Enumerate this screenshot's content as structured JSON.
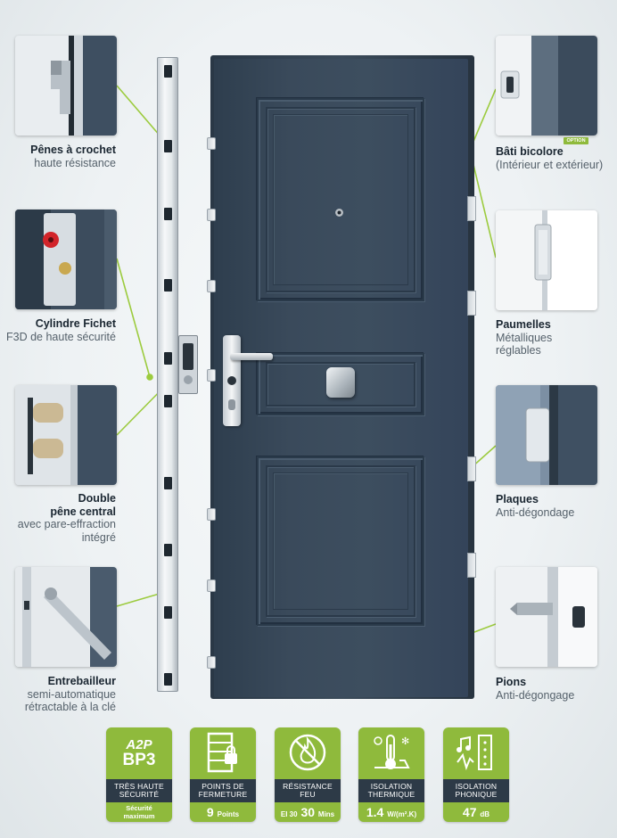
{
  "features_left": [
    {
      "title": "Pênes à crochet",
      "subtitle": "haute résistance",
      "subtitle2": ""
    },
    {
      "title": "Cylindre Fichet",
      "subtitle": "F3D de haute sécurité",
      "subtitle2": ""
    },
    {
      "title": "Double",
      "title2": "pêne central",
      "subtitle": "avec pare-effraction",
      "subtitle2": "intégré"
    },
    {
      "title": "Entrebailleur",
      "subtitle": "semi-automatique",
      "subtitle2": "rétractable à la clé"
    }
  ],
  "features_right": [
    {
      "title": "Bâti bicolore",
      "subtitle": "(Intérieur et extérieur)",
      "subtitle2": "",
      "tag": "OPTION"
    },
    {
      "title": "Paumelles",
      "subtitle": "Métalliques",
      "subtitle2": "réglables"
    },
    {
      "title": "Plaques",
      "subtitle": "Anti-dégondage",
      "subtitle2": ""
    },
    {
      "title": "Pions",
      "subtitle": "Anti-dégongage",
      "subtitle2": ""
    }
  ],
  "badges": [
    {
      "icon": "a2p-bp3-logo",
      "logo_top": "A2P",
      "logo_main": "BP3",
      "band1": "TRÈS HAUTE",
      "band2": "SÉCURITÉ",
      "foot1": "Sécurité",
      "foot2": "maximum"
    },
    {
      "icon": "locking-points-icon",
      "band1": "POINTS DE",
      "band2": "FERMETURE",
      "value": "9",
      "unit": "Points"
    },
    {
      "icon": "fire-resistance-icon",
      "band1": "RÉSISTANCE",
      "band2": "FEU",
      "prefix": "EI 30",
      "value": "30",
      "unit": "Mins"
    },
    {
      "icon": "thermometer-icon",
      "band1": "ISOLATION",
      "band2": "THERMIQUE",
      "value": "1.4",
      "unit": "W/(m².K)"
    },
    {
      "icon": "sound-insulation-icon",
      "band1": "ISOLATION",
      "band2": "PHONIQUE",
      "value": "47",
      "unit": "dB"
    }
  ],
  "colors": {
    "accent_green": "#8fba3c",
    "door_blue": "#3a4a5b",
    "band_dark": "#2d3a47"
  }
}
